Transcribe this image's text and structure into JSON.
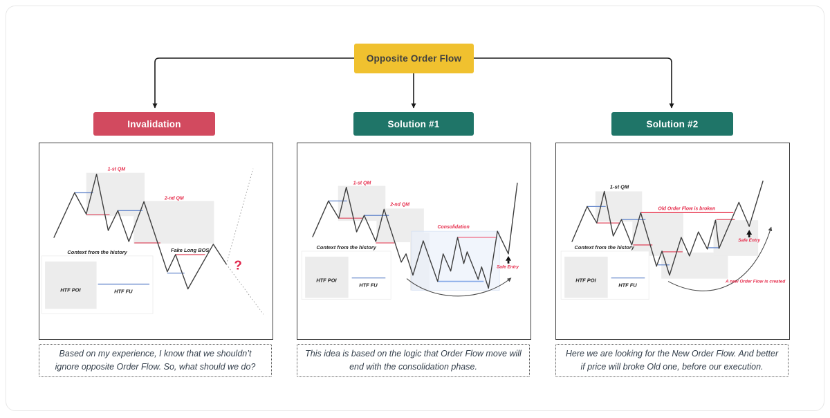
{
  "flow": {
    "root": "Opposite Order Flow",
    "branches": [
      "Invalidation",
      "Solution #1",
      "Solution #2"
    ]
  },
  "colors": {
    "root_bg": "#F0C12F",
    "invalidation_bg": "#D24A5F",
    "solution_bg": "#1F7568",
    "price_line": "#3D3D3D",
    "blue_level": "#6688CC",
    "red_level": "#E05064",
    "label_red": "#E62E4D"
  },
  "panels": [
    {
      "id": "invalidation",
      "labels": {
        "qm1": "1-st QM",
        "qm2": "2-nd QM",
        "fake_bos": "Fake Long BOS",
        "question": "?"
      },
      "context": {
        "title": "Context from the history",
        "poi": "HTF POI",
        "fu": "HTF FU"
      },
      "caption": "Based on my experience, I know that we shouldn’t ignore opposite Order Flow. So, what should we do?"
    },
    {
      "id": "solution-1",
      "labels": {
        "qm1": "1-st QM",
        "qm2": "2-nd QM",
        "consolidation": "Consolidation",
        "safe_entry": "Safe Entry"
      },
      "context": {
        "title": "Context from the history",
        "poi": "HTF POI",
        "fu": "HTF FU"
      },
      "caption": "This idea is based on the logic that Order Flow move will end with the consolidation phase."
    },
    {
      "id": "solution-2",
      "labels": {
        "qm1": "1-st QM",
        "old_flow_broken": "Old Order Flow is broken",
        "new_flow_created": "A new Order Flow is created",
        "safe_entry": "Safe Entry"
      },
      "context": {
        "title": "Context from the history",
        "poi": "HTF POI",
        "fu": "HTF FU"
      },
      "caption": "Here we are looking for the New Order Flow. And better if price will broke Old one, before our execution."
    }
  ]
}
